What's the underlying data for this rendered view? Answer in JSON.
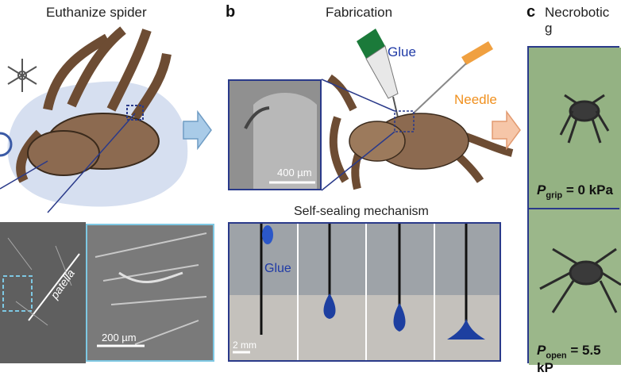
{
  "panel_a": {
    "title": "Euthanize spider",
    "label_patella": "patella",
    "scalebar": "200 µm"
  },
  "panel_b": {
    "letter": "b",
    "title": "Fabrication",
    "label_glue": "Glue",
    "label_needle": "Needle",
    "scalebar_sem": "400 µm",
    "subtitle": "Self-sealing mechanism",
    "label_glue_drop": "Glue",
    "scalebar_photo": "2 mm"
  },
  "panel_c": {
    "letter": "c",
    "title": "Necrobotic g",
    "p_grip_sym": "P",
    "p_grip_sub": "grip",
    "p_grip_val": " = 0 kPa",
    "p_open_sym": "P",
    "p_open_sub": "open",
    "p_open_val": " = 5.5 kP"
  },
  "colors": {
    "frame": "#2a3a8a",
    "glue": "#1f3aa6",
    "needle": "#f0901e",
    "arrow": "#a9cbe8",
    "arrow_orange": "#f6c6a8"
  }
}
